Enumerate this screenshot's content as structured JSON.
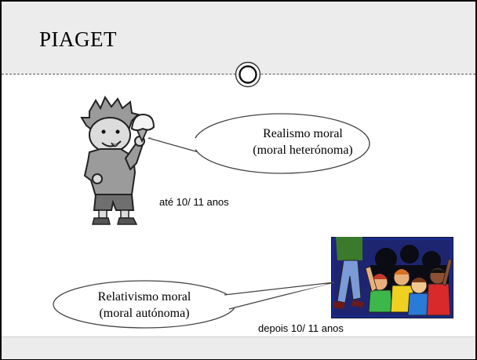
{
  "slide": {
    "title": "PIAGET"
  },
  "stage_one": {
    "bubble_line1": "Realismo moral",
    "bubble_line2": "(moral heterónoma)",
    "age_caption": "até 10/ 11 anos"
  },
  "stage_two": {
    "bubble_line1": "Relativismo moral",
    "bubble_line2": "(moral autónoma)",
    "age_caption": "depois 10/ 11 anos"
  },
  "icons": {
    "boy": "boy-with-ice-cream-icon",
    "crowd": "cheering-crowd-icon",
    "emblem": "double-ring-emblem-icon"
  }
}
